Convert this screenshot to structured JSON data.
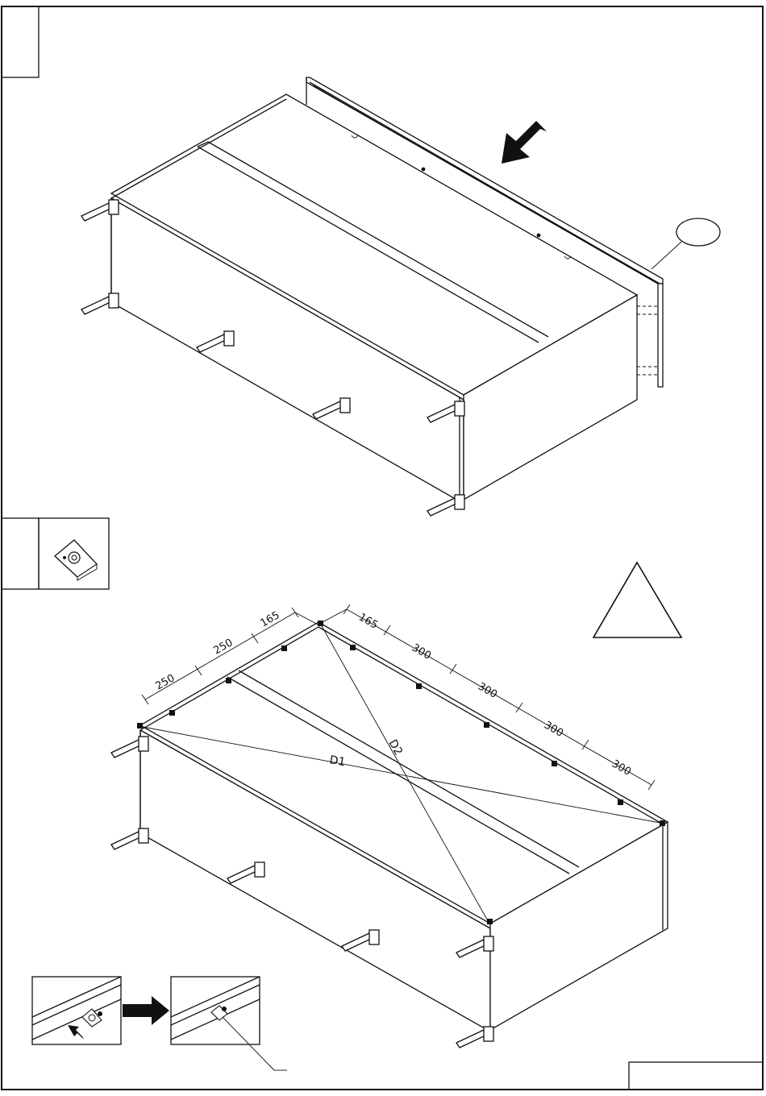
{
  "dimensions": {
    "left_side": [
      "165",
      "250",
      "250"
    ],
    "long_side": [
      "165",
      "300",
      "300",
      "300",
      "300"
    ],
    "diagonals": [
      "D1",
      "D2"
    ]
  },
  "icons": {
    "push_arrow": "direction-arrow-icon",
    "warning": "warning-triangle-icon",
    "corner_bracket": "corner-bracket-icon",
    "callout": "part-callout-oval"
  }
}
